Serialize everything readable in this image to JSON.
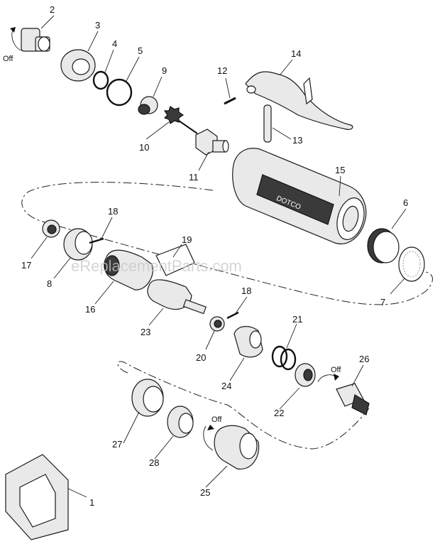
{
  "watermark": "eReplacementParts.com",
  "rotation_label": "Off",
  "labels": [
    "2",
    "3",
    "4",
    "5",
    "9",
    "10",
    "11",
    "12",
    "13",
    "14",
    "15",
    "6",
    "7",
    "17",
    "8",
    "18",
    "19",
    "16",
    "23",
    "18",
    "20",
    "21",
    "24",
    "22",
    "26",
    "27",
    "28",
    "25",
    "1"
  ],
  "colors": {
    "line": "#1a1a1a",
    "part_fill": "#e9e9e9",
    "dark_fill": "#3a3a3a",
    "watermark": "#c8c8c8"
  },
  "housing_brand": "DOTCO"
}
